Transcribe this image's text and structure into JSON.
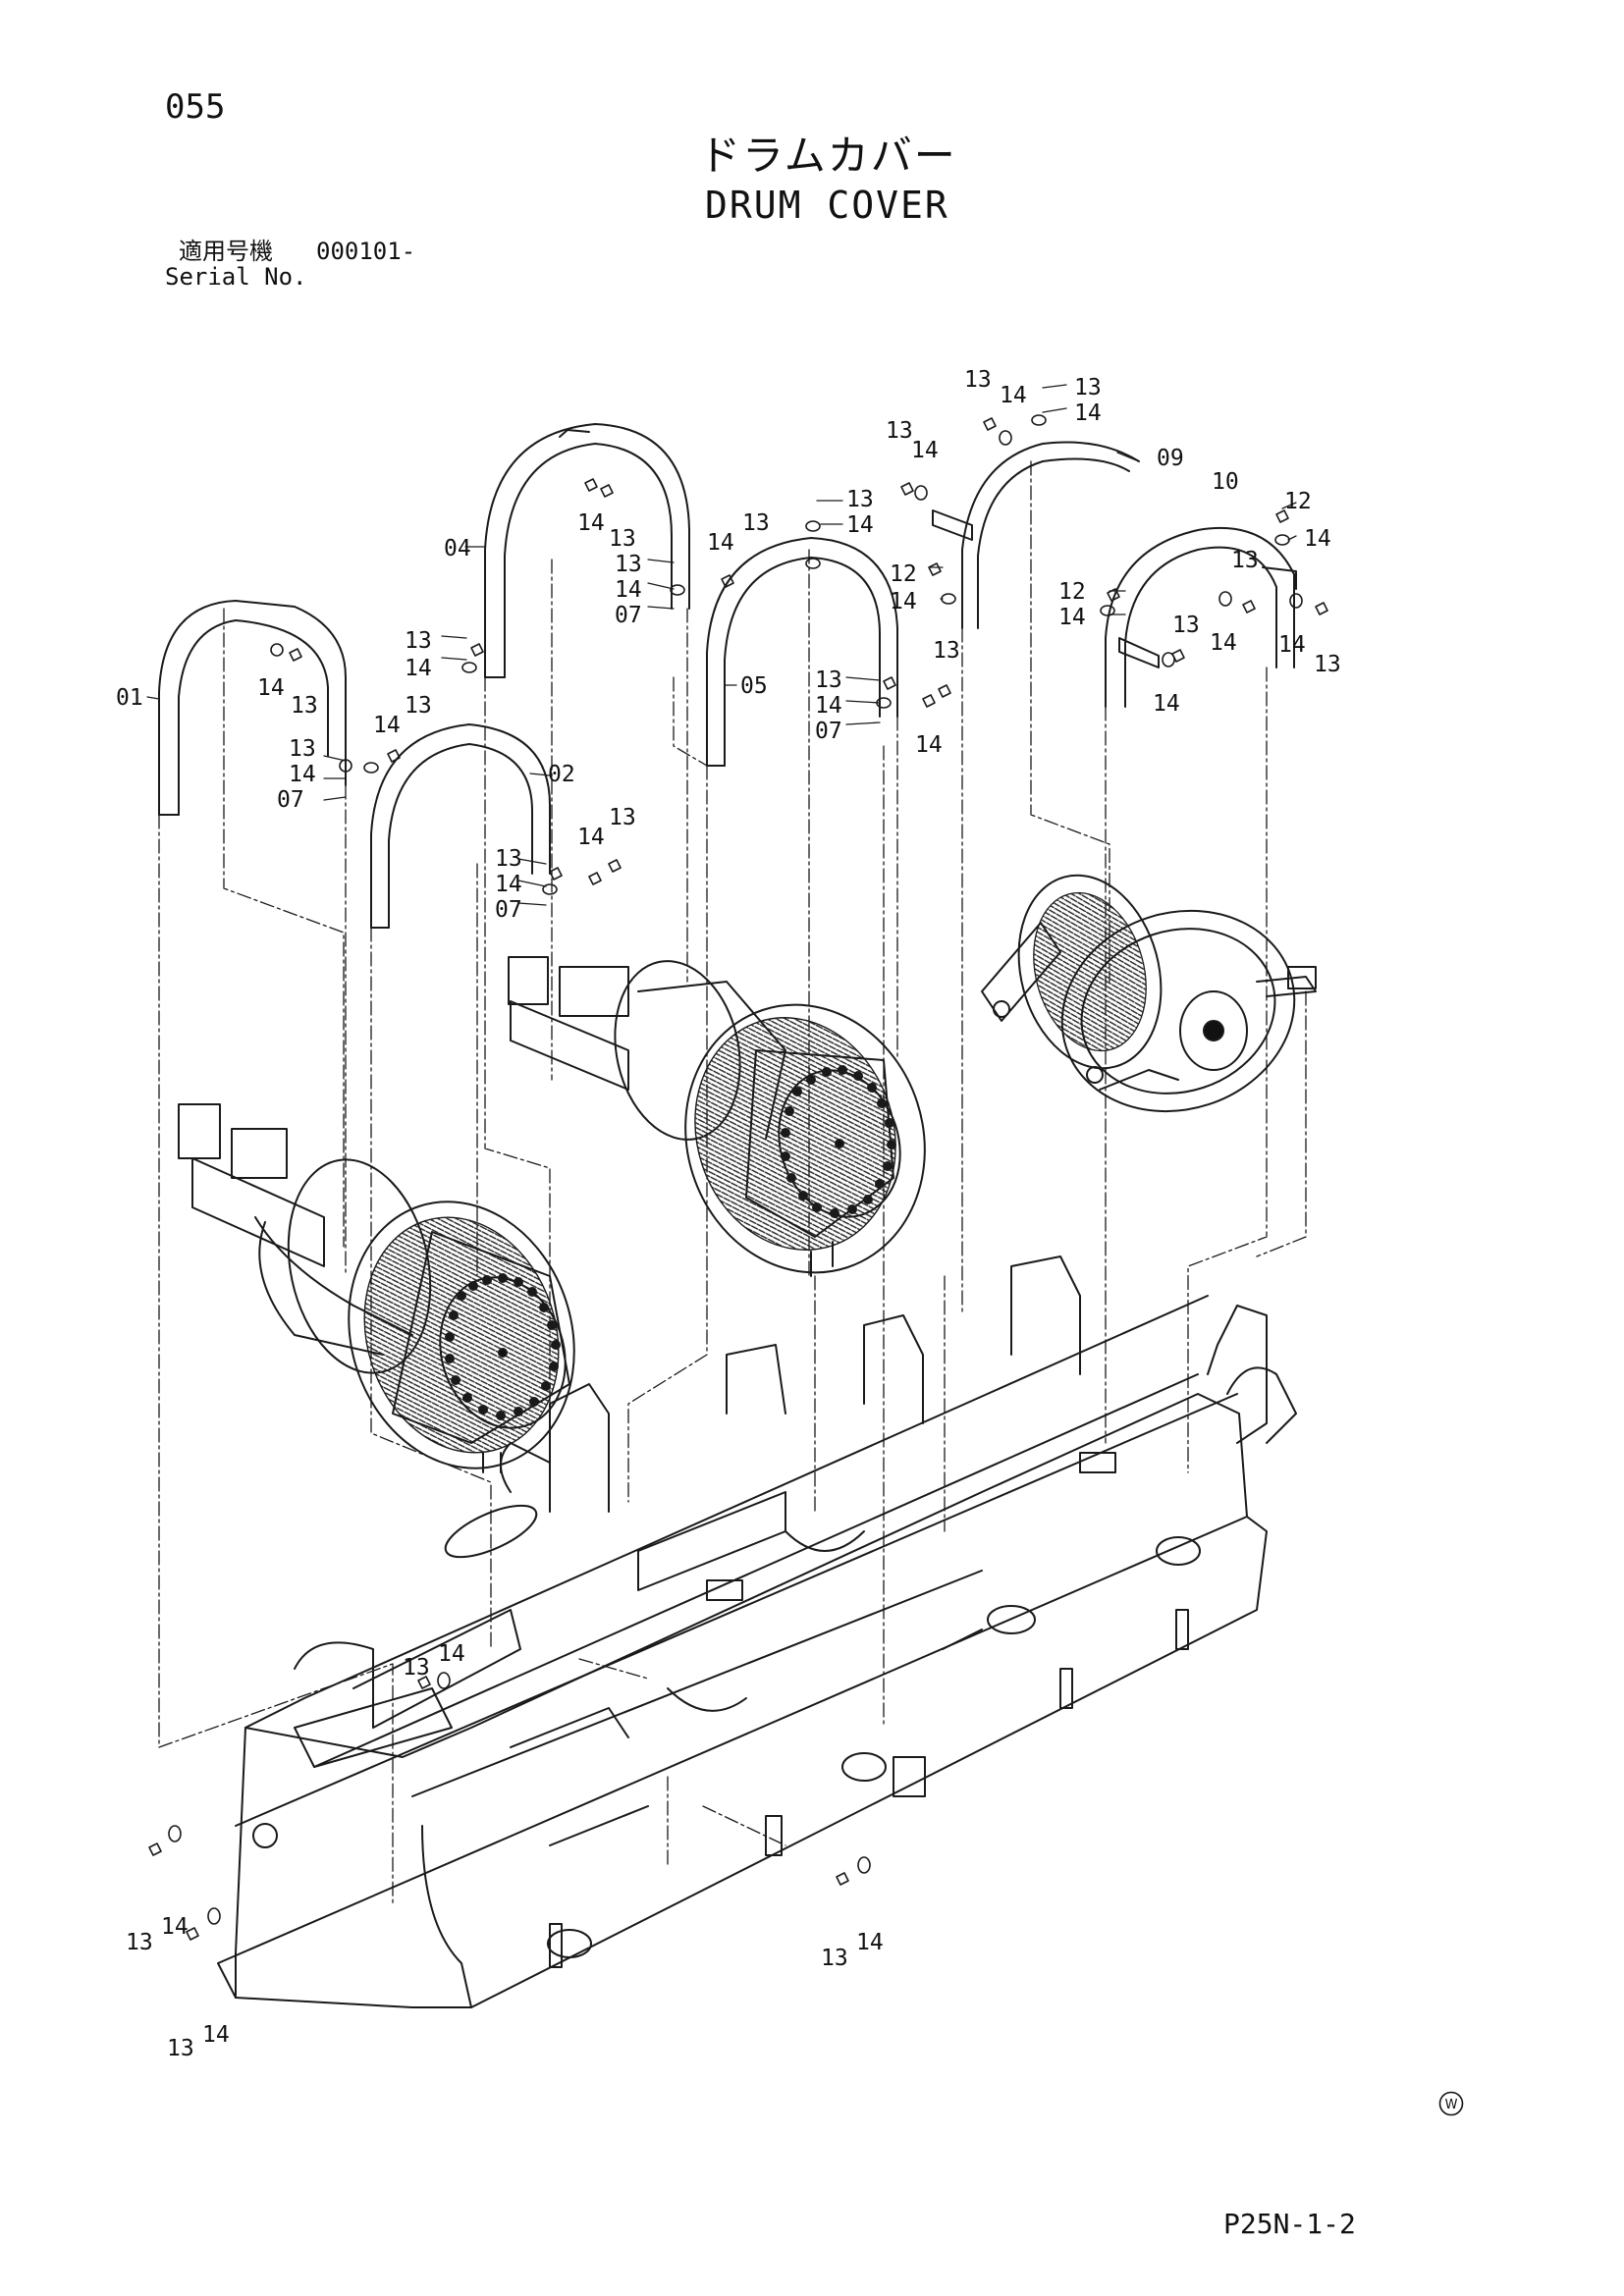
{
  "header": {
    "page_number": "055",
    "title_jp": "ドラムカバー",
    "title_en": "DRUM COVER",
    "serial_label_jp": "適用号機",
    "serial_value": "000101-",
    "serial_label_en": "Serial No."
  },
  "footer": {
    "doc_code": "P25N-1-2",
    "mark": "W"
  },
  "callouts": {
    "c01": "01",
    "c02": "02",
    "c04": "04",
    "c05": "05",
    "c07": "07",
    "c09": "09",
    "c10": "10",
    "c12": "12",
    "c13": "13",
    "c14": "14"
  }
}
